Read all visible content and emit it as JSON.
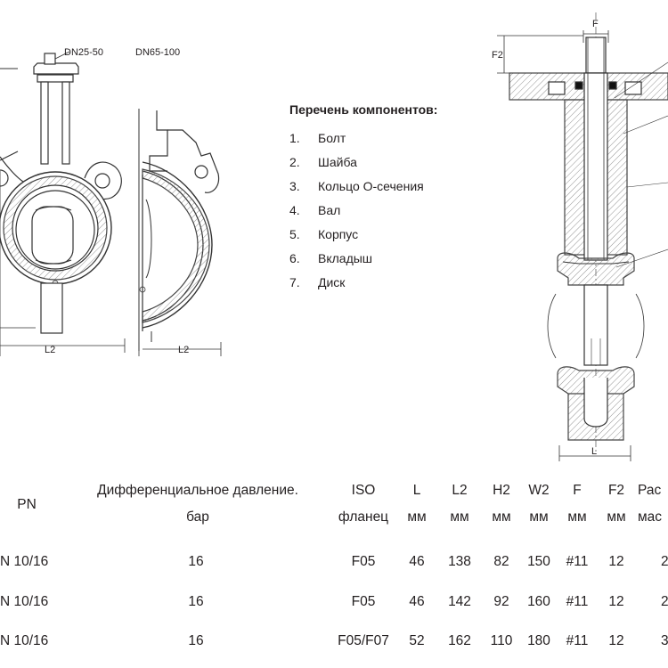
{
  "drawing": {
    "labels": {
      "dn_small": "DN25-50",
      "dn_large": "DN65-100",
      "l2_left": "L2",
      "l2_right": "L2",
      "f": "F",
      "f2": "F2",
      "l": "L"
    }
  },
  "components": {
    "title": "Перечень компонентов:",
    "items": [
      {
        "num": "1.",
        "name": "Болт"
      },
      {
        "num": "2.",
        "name": "Шайба"
      },
      {
        "num": "3.",
        "name": "Кольцо О-сечения"
      },
      {
        "num": "4.",
        "name": "Вал"
      },
      {
        "num": "5.",
        "name": "Корпус"
      },
      {
        "num": "6.",
        "name": "Вкладыш"
      },
      {
        "num": "7.",
        "name": "Диск"
      }
    ]
  },
  "table": {
    "headers": {
      "pn": "PN",
      "diff_pressure_1": "Дифференциальное давление.",
      "diff_pressure_2": "бар",
      "iso_1": "ISO",
      "iso_2": "фланец",
      "l_1": "L",
      "l_2": "мм",
      "l2_1": "L2",
      "l2_2": "мм",
      "h2_1": "H2",
      "h2_2": "мм",
      "w2_1": "W2",
      "w2_2": "мм",
      "f_1": "F",
      "f_2": "мм",
      "f2_1": "F2",
      "f2_2": "мм",
      "last_1": "Рас",
      "last_2": "мас"
    },
    "rows": [
      {
        "pn": "N 10/16",
        "dp": "16",
        "iso": "F05",
        "l": "46",
        "l2": "138",
        "h2": "82",
        "w2": "150",
        "f": "#11",
        "f2": "12",
        "last": "2"
      },
      {
        "pn": "N 10/16",
        "dp": "16",
        "iso": "F05",
        "l": "46",
        "l2": "142",
        "h2": "92",
        "w2": "160",
        "f": "#11",
        "f2": "12",
        "last": "2"
      },
      {
        "pn": "N 10/16",
        "dp": "16",
        "iso": "F05/F07",
        "l": "52",
        "l2": "162",
        "h2": "110",
        "w2": "180",
        "f": "#11",
        "f2": "12",
        "last": "3"
      }
    ]
  }
}
